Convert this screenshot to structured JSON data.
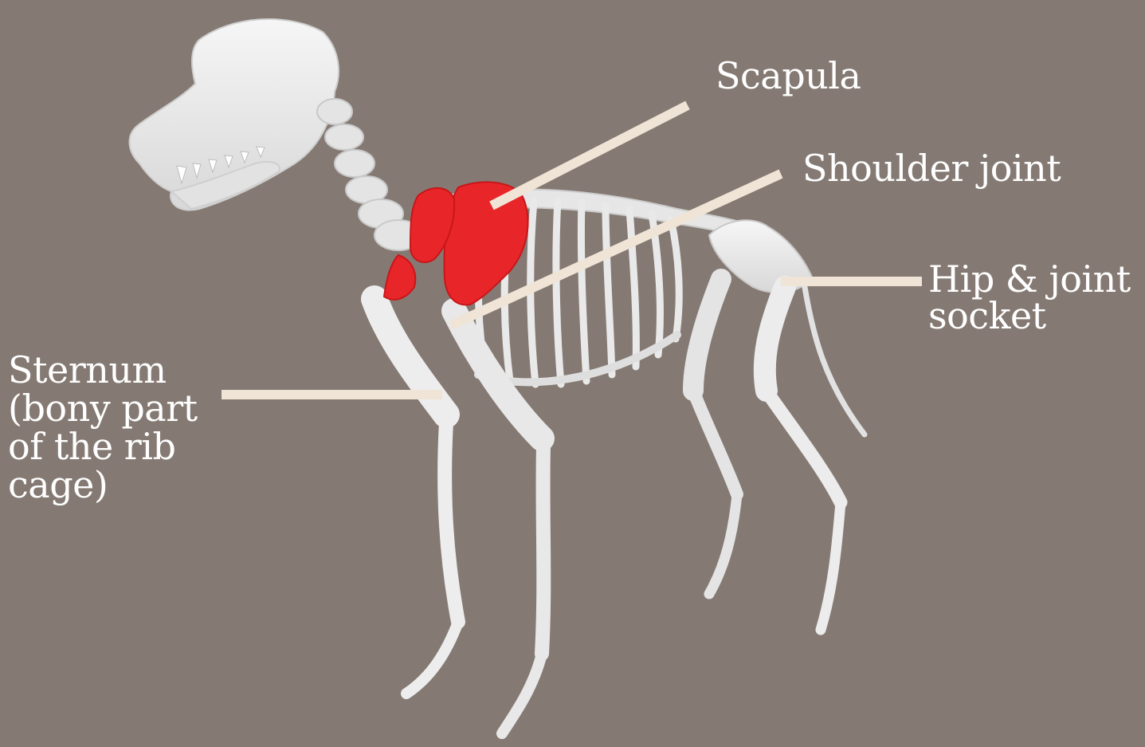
{
  "labels": {
    "scapula": "Scapula",
    "shoulder_joint": "Shoulder joint",
    "hip": [
      "Hip & joint",
      "socket"
    ],
    "sternum": [
      "Sternum",
      "(bony part",
      "of the rib",
      "cage)"
    ]
  },
  "colors": {
    "background": "#857a73",
    "bone": "#ececec",
    "highlight": "#e8262a",
    "leader_line": "#efe4d6"
  }
}
